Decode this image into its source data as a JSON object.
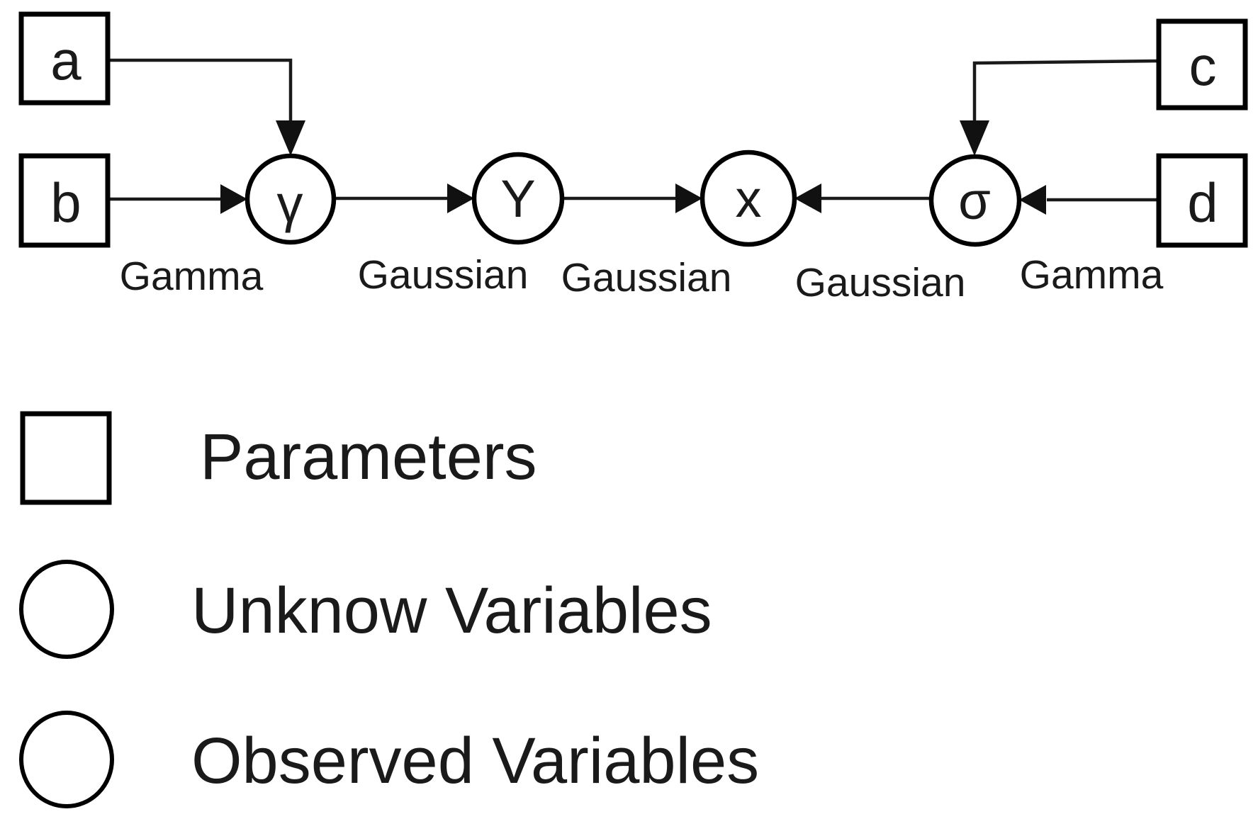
{
  "diagram": {
    "nodes": {
      "a": {
        "label": "a",
        "type": "parameter"
      },
      "b": {
        "label": "b",
        "type": "parameter"
      },
      "c": {
        "label": "c",
        "type": "parameter"
      },
      "d": {
        "label": "d",
        "type": "parameter"
      },
      "gamma": {
        "label": "γ",
        "type": "unknown-variable"
      },
      "y": {
        "label": "Y",
        "type": "unknown-variable"
      },
      "x": {
        "label": "x",
        "type": "observed-variable"
      },
      "sigma": {
        "label": "σ",
        "type": "unknown-variable"
      }
    },
    "edge_labels": [
      "Gamma",
      "Gaussian",
      "Gaussian",
      "Gaussian",
      "Gamma"
    ],
    "edges": [
      {
        "from": "a",
        "to": "gamma"
      },
      {
        "from": "b",
        "to": "gamma"
      },
      {
        "from": "gamma",
        "to": "y"
      },
      {
        "from": "y",
        "to": "x"
      },
      {
        "from": "sigma",
        "to": "x"
      },
      {
        "from": "c",
        "to": "sigma"
      },
      {
        "from": "d",
        "to": "sigma"
      }
    ]
  },
  "legend": {
    "items": [
      {
        "symbol": "square",
        "label": "Parameters"
      },
      {
        "symbol": "circle",
        "label": "Unknow Variables"
      },
      {
        "symbol": "filled-circle",
        "label": "Observed Variables"
      }
    ]
  },
  "colors": {
    "observed_fill": "#1b75bc",
    "stroke": "#000000"
  }
}
